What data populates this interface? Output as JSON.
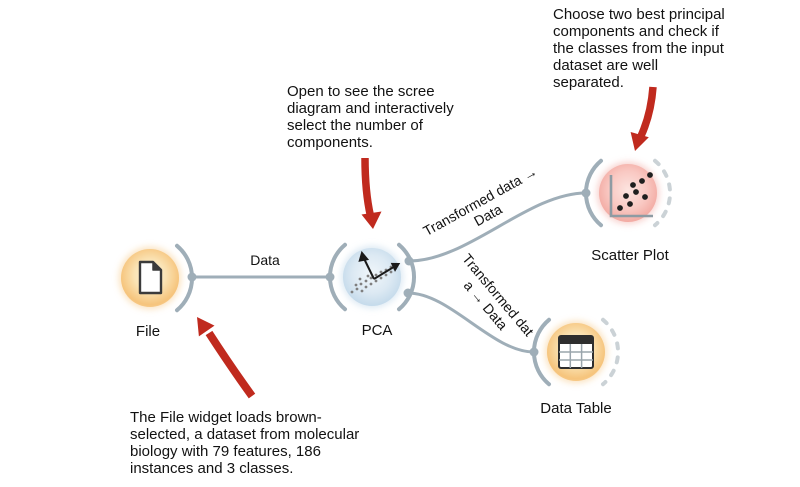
{
  "canvas": {
    "background": "#ffffff",
    "link_color": "#9FAEB8",
    "dashed_arc_color": "#CBD2D6",
    "annotation_arrow_color": "#C02A1E"
  },
  "widgets": {
    "file": {
      "label": "File",
      "color": "#F5C071"
    },
    "pca": {
      "label": "PCA",
      "color": "#BFD7E9"
    },
    "scatter_plot": {
      "label": "Scatter Plot",
      "color": "#F1A39B"
    },
    "data_table": {
      "label": "Data Table",
      "color": "#F5C071"
    }
  },
  "links": {
    "file_to_pca": {
      "label": "Data"
    },
    "pca_to_scatter": {
      "label": "Transformed data →\nData"
    },
    "pca_to_table": {
      "label": "Transformed dat\na → Data"
    }
  },
  "annotations": {
    "pca_note": "Open to see the scree\ndiagram and interactively\nselect the number of\ncomponents.",
    "scatter_note": "Choose two best principal\ncomponents and check if\nthe classes from the input\ndataset are well\nseparated.",
    "file_note": "The File widget loads brown-\nselected, a dataset from molecular\nbiology with 79 features, 186\ninstances and 3 classes."
  }
}
